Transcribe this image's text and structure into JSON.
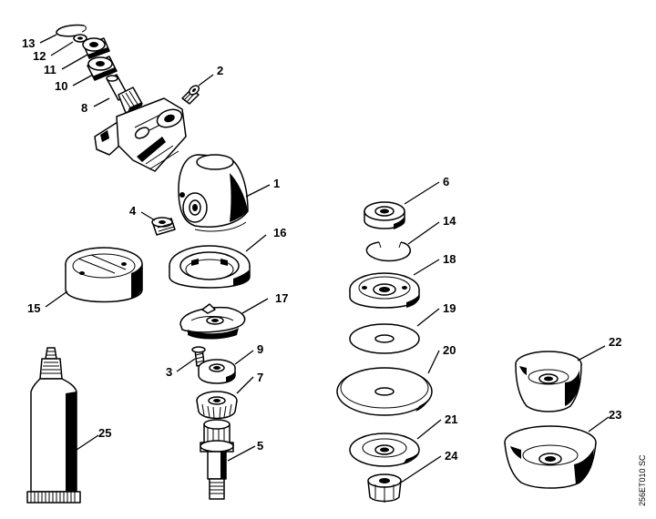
{
  "diagram_code": "256ET010 SC",
  "labels": {
    "1": "1",
    "2": "2",
    "3": "3",
    "4": "4",
    "5": "5",
    "6": "6",
    "7": "7",
    "8": "8",
    "9": "9",
    "10": "10",
    "11": "11",
    "12": "12",
    "13": "13",
    "14": "14",
    "15": "15",
    "16": "16",
    "17": "17",
    "18": "18",
    "19": "19",
    "20": "20",
    "21": "21",
    "22": "22",
    "23": "23",
    "24": "24",
    "25": "25"
  }
}
